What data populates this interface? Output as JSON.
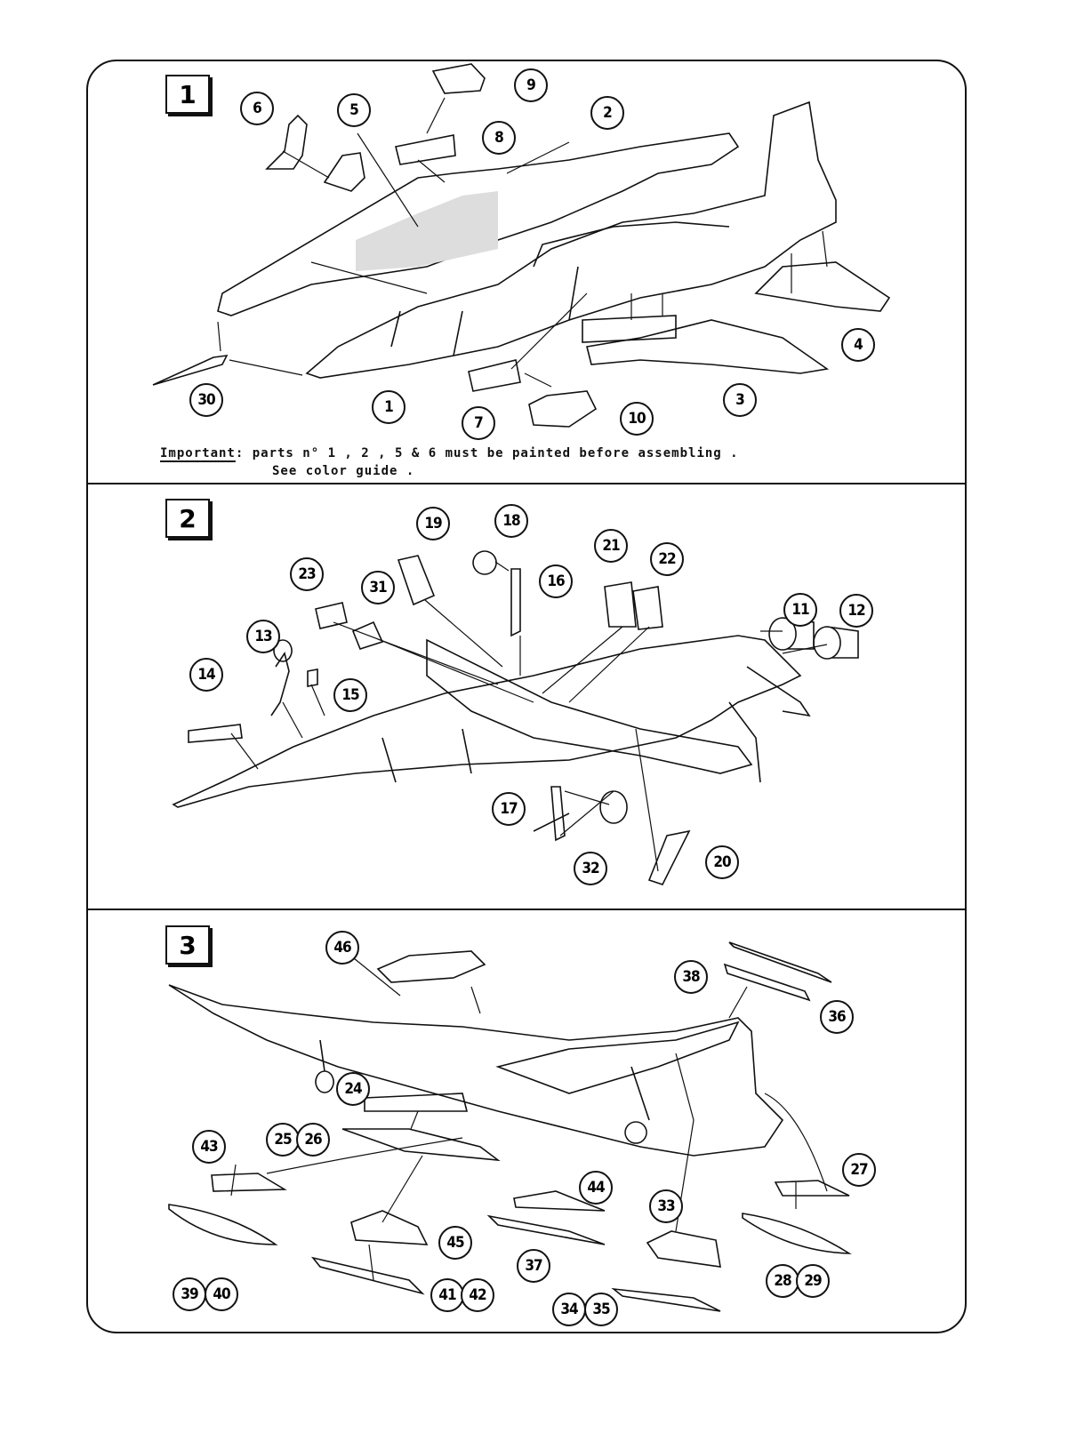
{
  "panels": [
    {
      "step": "1",
      "callouts": [
        "9",
        "6",
        "5",
        "2",
        "8",
        "30",
        "1",
        "3",
        "4",
        "7",
        "10"
      ]
    },
    {
      "step": "2",
      "callouts": [
        "18",
        "19",
        "21",
        "22",
        "16",
        "23",
        "31",
        "11",
        "12",
        "13",
        "14",
        "15",
        "17",
        "32",
        "20"
      ]
    },
    {
      "step": "3",
      "callouts": [
        "46",
        "38",
        "36",
        "24",
        "25",
        "26",
        "43",
        "27",
        "44",
        "33",
        "45",
        "39",
        "40",
        "37",
        "41",
        "42",
        "28",
        "29",
        "34",
        "35"
      ]
    }
  ],
  "note": {
    "label": "Important",
    "text": ": parts n° 1 , 2 , 5 & 6 must be painted  before assembling .",
    "line2": "See color guide ."
  }
}
